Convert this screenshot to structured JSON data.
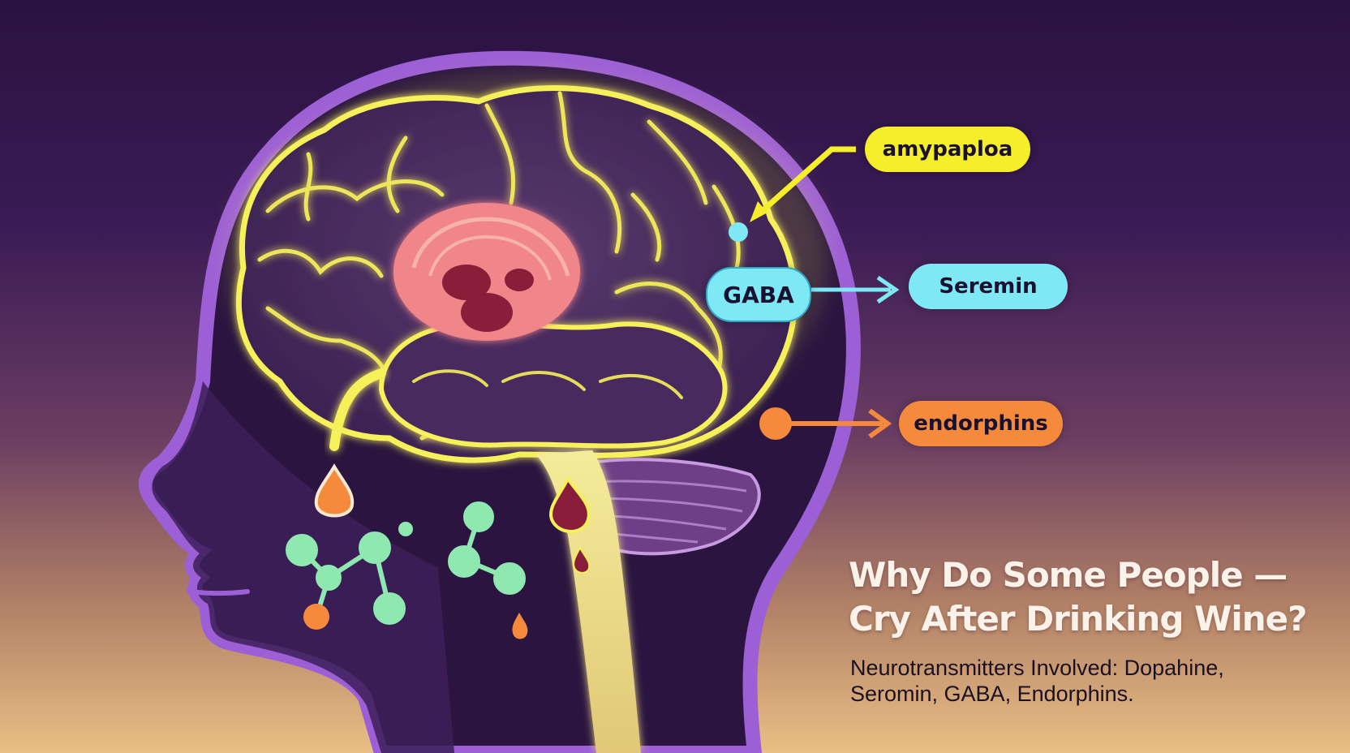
{
  "labels": {
    "amygdala": "amypaploa",
    "gaba": "GABA",
    "serotonin": "Seremin",
    "endorphins": "endorphins"
  },
  "title": {
    "line1": "Why Do Some People —",
    "line2": "Cry After Drinking Wine?"
  },
  "subtitle": {
    "line1": "Neurotransmitters Involved: Dopahine,",
    "line2": "Seromin, GABA, Endorphins."
  },
  "colors": {
    "head": "#2b1540",
    "head_outline": "#9d5fd6",
    "brain_glow": "#f6f05a",
    "center_pink": "#f0868a",
    "label_yellow": "#f4ef2a",
    "label_cyan": "#7ee8f5",
    "label_orange": "#f58a3c",
    "molecule_green": "#8ee8b0"
  }
}
